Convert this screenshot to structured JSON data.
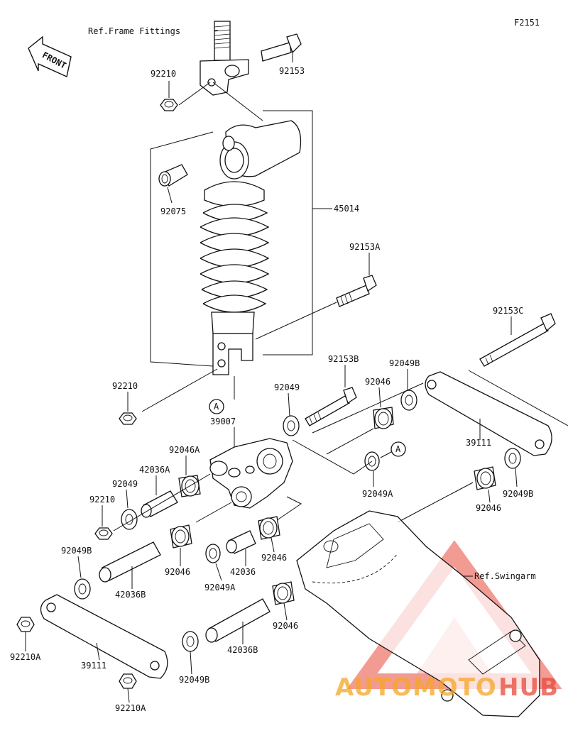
{
  "diagram_code": "F2151",
  "front_label": "FRONT",
  "callout_letter": "A",
  "refs": {
    "frame": "Ref.Frame Fittings",
    "swingarm": "Ref.Swingarm"
  },
  "parts": {
    "p92210_top": "92210",
    "p92153": "92153",
    "p92075": "92075",
    "p45014": "45014",
    "p92153A": "92153A",
    "p92153C": "92153C",
    "p92210_mid": "92210",
    "p92153B": "92153B",
    "p92049B_top": "92049B",
    "p92049": "92049",
    "p92046_top": "92046",
    "p39007": "39007",
    "p39111_right": "39111",
    "p92046A": "92046A",
    "p42036A": "42036A",
    "p92049_left": "92049",
    "p92210_left": "92210",
    "p92049A_mid": "92049A",
    "p92049B_right": "92049B",
    "p92046_right": "92046",
    "p92049B_left": "92049B",
    "p92046_mid1": "92046",
    "p92049A_low": "92049A",
    "p42036": "42036",
    "p92046_mid2": "92046",
    "p42036B_left": "42036B",
    "p92046_low": "92046",
    "p92210A_left": "92210A",
    "p39111_left": "39111",
    "p42036B_low": "42036B",
    "p92049B_low": "92049B",
    "p92210A_low": "92210A"
  },
  "watermark": {
    "text_part1": "AUTOMOTO",
    "text_part2": "HUB",
    "color_main": "#f5a623",
    "color_accent": "#e84a3c",
    "logo_color": "#e84a3c"
  }
}
